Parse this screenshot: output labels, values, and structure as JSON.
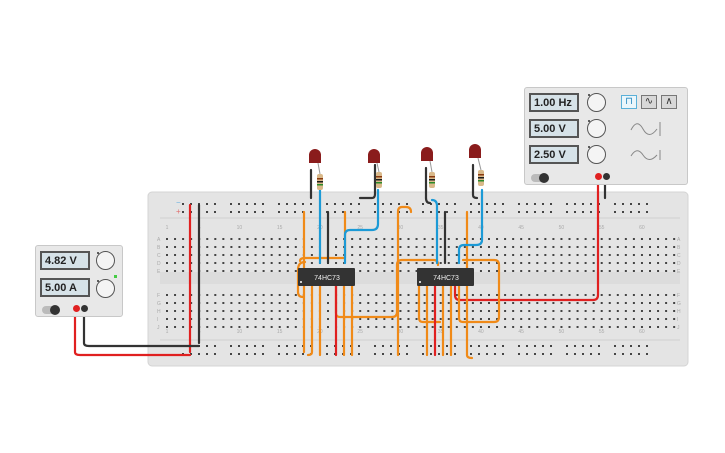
{
  "function_generator": {
    "frequency": "1.00 Hz",
    "amplitude": "5.00 V",
    "dc_offset": "2.50 V",
    "waveforms": [
      {
        "name": "square",
        "glyph": "⊓",
        "active": true
      },
      {
        "name": "triangle-sine",
        "glyph": "∿",
        "active": false
      },
      {
        "name": "triangle",
        "glyph": "∧",
        "active": false
      }
    ],
    "power_label": "on"
  },
  "power_supply": {
    "voltage": "4.82 V",
    "current": "5.00 A",
    "power_label": "on"
  },
  "chips": [
    {
      "label": "74HC73"
    },
    {
      "label": "74HC73"
    }
  ],
  "breadboard": {
    "column_labels": [
      "1",
      "5",
      "10",
      "15",
      "20",
      "25",
      "30",
      "35",
      "40",
      "45",
      "50",
      "55",
      "60"
    ],
    "row_labels_top": [
      "A",
      "B",
      "C",
      "D",
      "E"
    ],
    "row_labels_bottom": [
      "F",
      "G",
      "H",
      "I",
      "J"
    ],
    "rail_labels": [
      "−",
      "+"
    ]
  },
  "leds": [
    {
      "color": "red"
    },
    {
      "color": "red"
    },
    {
      "color": "red"
    },
    {
      "color": "red"
    }
  ],
  "colors": {
    "wire_orange": "#f08a18",
    "wire_blue": "#1c9ad6",
    "wire_red": "#e02020",
    "wire_black": "#333333",
    "led_red": "#8a1c1c",
    "breadboard": "#e4e4e4"
  }
}
